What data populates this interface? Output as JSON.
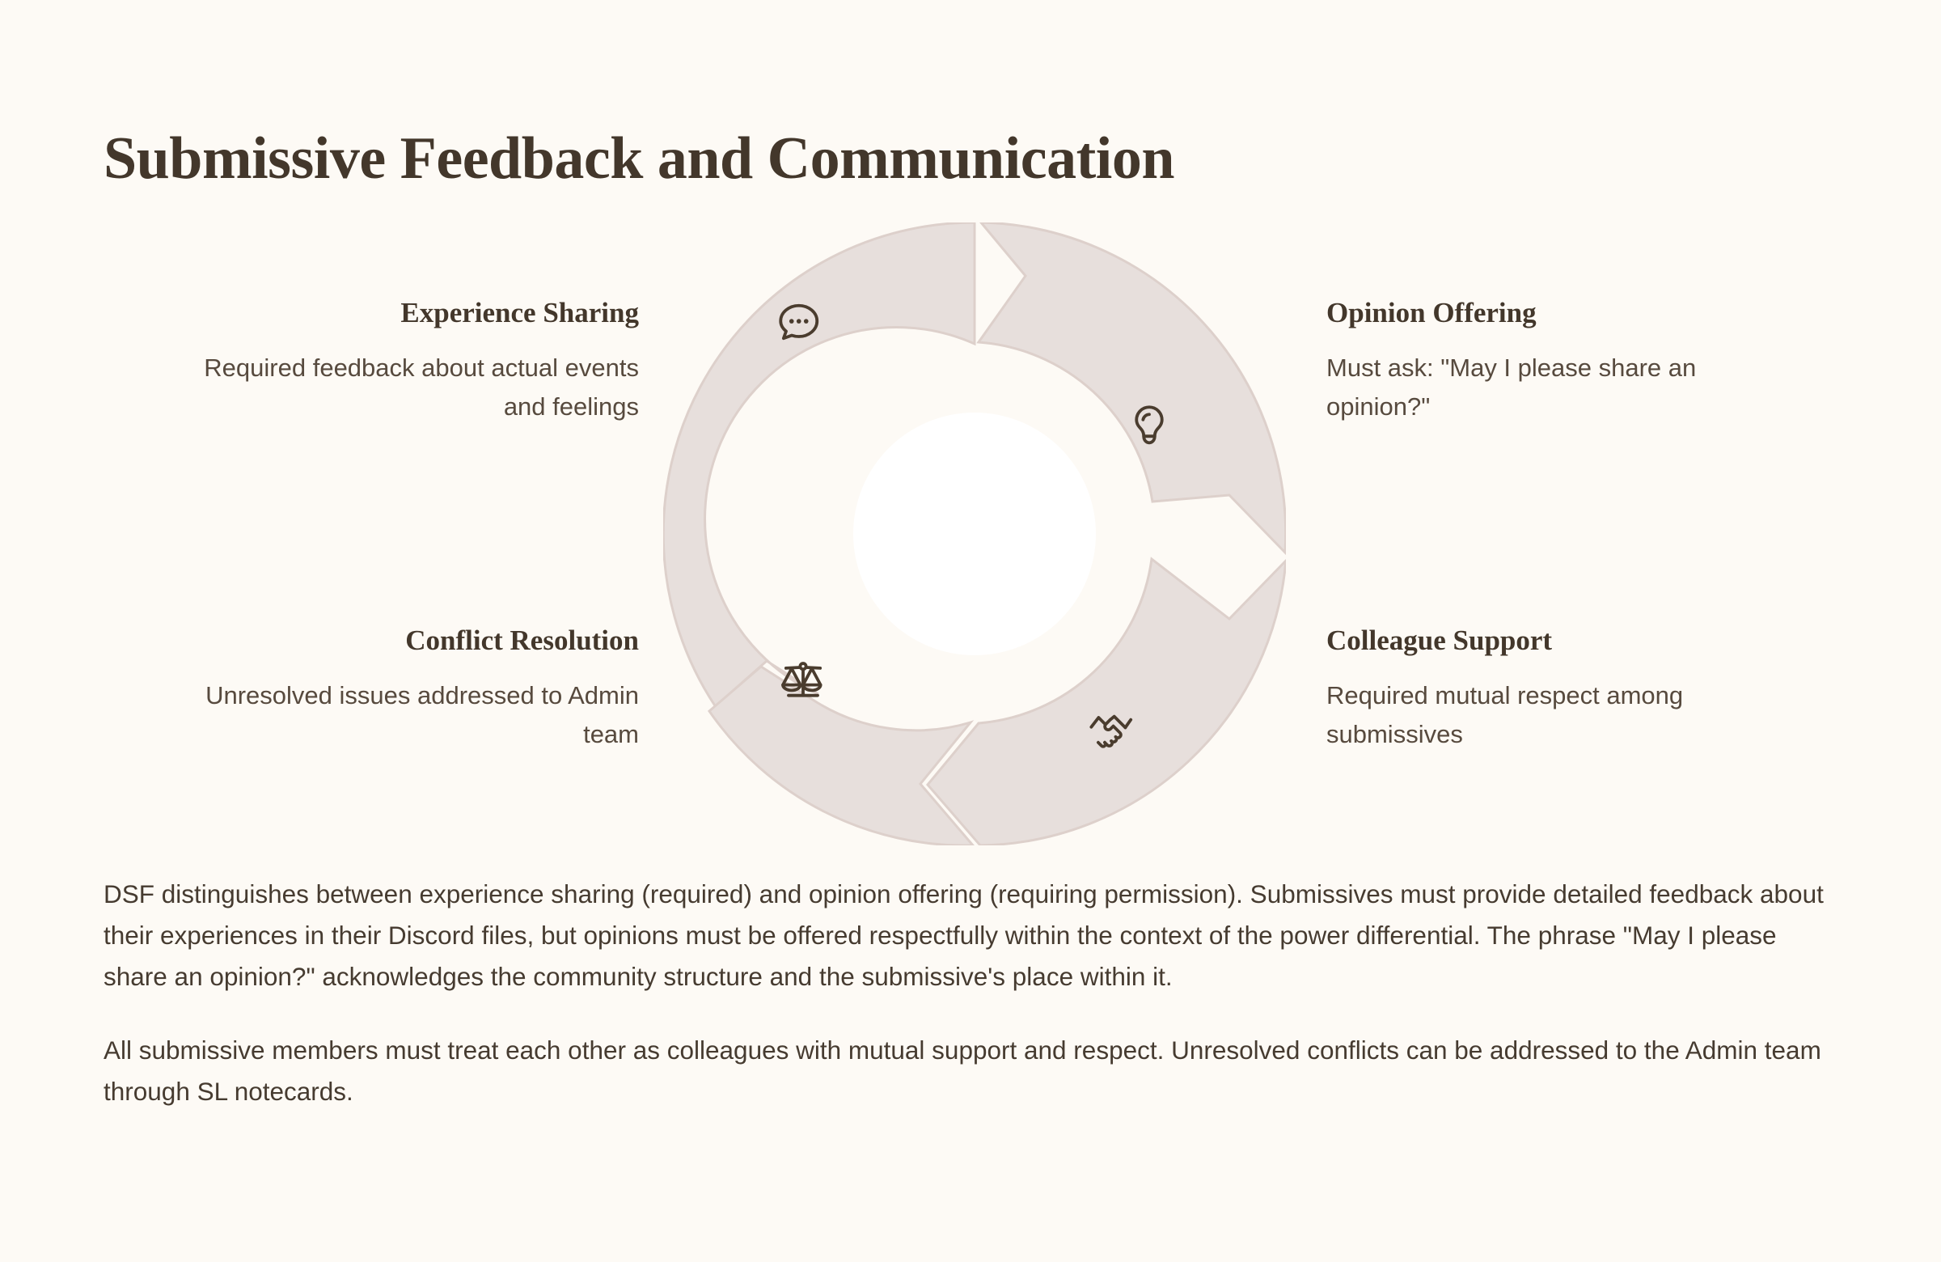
{
  "title": "Submissive Feedback and Communication",
  "colors": {
    "background": "#fdfaf5",
    "segment_fill": "#e7dfdc",
    "segment_stroke": "#ddd0cb",
    "gap": "#fdfaf5",
    "heading_text": "#43372b",
    "body_text": "#574a3e",
    "icon_stroke": "#4a3c2e",
    "center_hole": "#ffffff"
  },
  "diagram": {
    "type": "cycle-donut",
    "segment_count": 4,
    "segments": [
      {
        "id": "experience-sharing",
        "position": "top-left",
        "icon": "speech-bubble-dots-icon",
        "heading": "Experience Sharing",
        "body": "Required feedback about actual events and feelings"
      },
      {
        "id": "opinion-offering",
        "position": "top-right",
        "icon": "lightbulb-icon",
        "heading": "Opinion Offering",
        "body": "Must ask: \"May I please share an opinion?\""
      },
      {
        "id": "conflict-resolution",
        "position": "bottom-left",
        "icon": "scales-of-justice-icon",
        "heading": "Conflict Resolution",
        "body": "Unresolved issues addressed to Admin team"
      },
      {
        "id": "colleague-support",
        "position": "bottom-right",
        "icon": "handshake-icon",
        "heading": "Colleague Support",
        "body": "Required mutual respect among submissives"
      }
    ]
  },
  "prose": {
    "paragraph_1": "DSF distinguishes between experience sharing (required) and opinion offering (requiring permission). Submissives must provide detailed feedback about their experiences in their Discord files, but opinions must be offered respectfully within the context of the power differential. The phrase \"May I please share an opinion?\" acknowledges the community structure and the submissive's place within it.",
    "paragraph_2": "All submissive members must treat each other as colleagues with mutual support and respect. Unresolved conflicts can be addressed to the Admin team through SL notecards."
  }
}
